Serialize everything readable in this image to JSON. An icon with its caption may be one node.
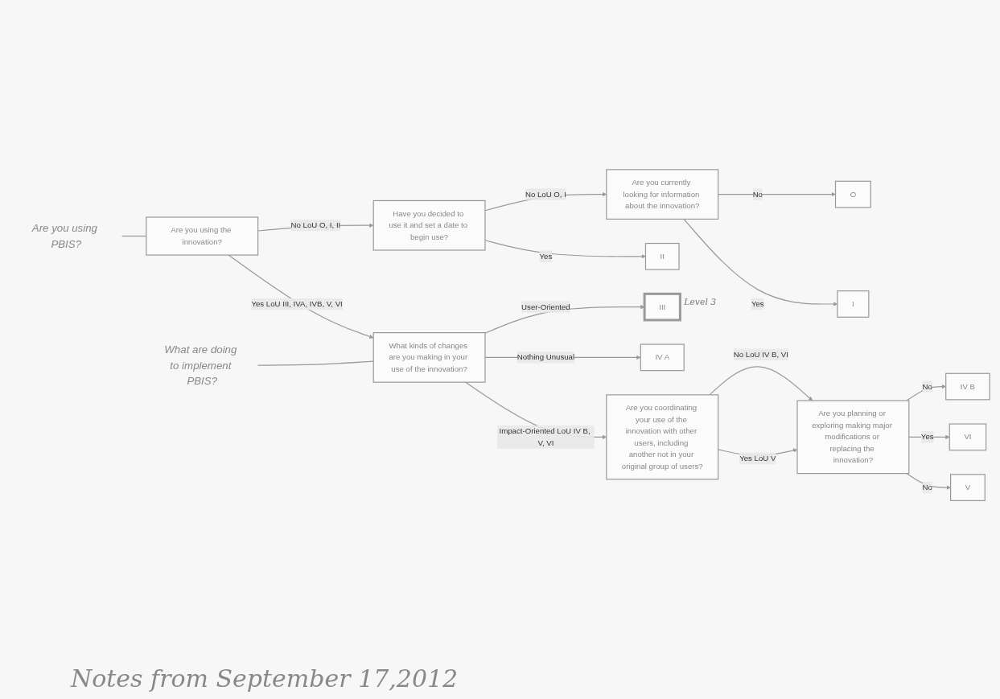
{
  "diagram": {
    "nodes": [
      {
        "text": [
          "Are you using the innovation?"
        ]
      },
      {
        "text": [
          "Have you decided to use it and set a date to begin use?"
        ]
      },
      {
        "text": [
          "Are you currently looking for information about the innovation?"
        ]
      },
      {
        "text": [
          "O"
        ]
      },
      {
        "text": [
          "I"
        ]
      },
      {
        "text": [
          "II"
        ]
      },
      {
        "text": [
          "What kinds of changes are you making in your use of the innovation?"
        ]
      },
      {
        "text": [
          "III"
        ],
        "beside": [
          "Level 3"
        ]
      },
      {
        "text": [
          "IV A"
        ]
      },
      {
        "text": [
          "Are you coordinating your use of the innovation with other users, including another not in your original group of users?"
        ]
      },
      {
        "text": [
          "Are you planning or exploring making major modifications or replacing the innovation?"
        ]
      },
      {
        "text": [
          "IV B"
        ]
      },
      {
        "text": [
          "VI"
        ]
      },
      {
        "text": [
          "V"
        ]
      },
      {
        "text": [
          "Are you using PBIS?"
        ]
      },
      {
        "text": [
          "What are doing to implement PBIS?"
        ]
      }
    ],
    "edges": [
      {
        "from": 0,
        "to": 1,
        "arrow": "to",
        "label": "No LoU O, I, II"
      },
      {
        "from": 0,
        "to": 6,
        "arrow": "to",
        "label": "Yes LoU III, IVA, IVB, V, VI"
      },
      {
        "from": 1,
        "to": 2,
        "arrow": "to",
        "label": "No LoU O, I"
      },
      {
        "from": 1,
        "to": 5,
        "arrow": "to",
        "label": "Yes"
      },
      {
        "from": 2,
        "to": 3,
        "arrow": "to",
        "label": "No"
      },
      {
        "from": 2,
        "to": 4,
        "arrow": "to",
        "label": "Yes"
      },
      {
        "from": 6,
        "to": 7,
        "arrow": "to",
        "label": "User-Oriented"
      },
      {
        "from": 6,
        "to": 8,
        "arrow": "to",
        "label": "Nothing Unusual"
      },
      {
        "from": 6,
        "to": 9,
        "arrow": "to",
        "label": "Impact-Oriented LoU IV B, V, VI"
      },
      {
        "from": 9,
        "to": 10,
        "arrow": "to",
        "label": "No LoU IV B, VI"
      },
      {
        "from": 9,
        "to": 10,
        "arrow": "to",
        "label": "Yes LoU V"
      },
      {
        "from": 10,
        "to": 11,
        "arrow": "to",
        "label": "No"
      },
      {
        "from": 10,
        "to": 12,
        "arrow": "to",
        "label": "Yes"
      },
      {
        "from": 10,
        "to": 13,
        "arrow": "to",
        "label": "No"
      },
      {
        "from": 14,
        "to": 0,
        "arrow": "none"
      },
      {
        "from": 15,
        "to": 6,
        "arrow": "none"
      }
    ],
    "labels": [
      "Notes from September 17,2012"
    ]
  }
}
